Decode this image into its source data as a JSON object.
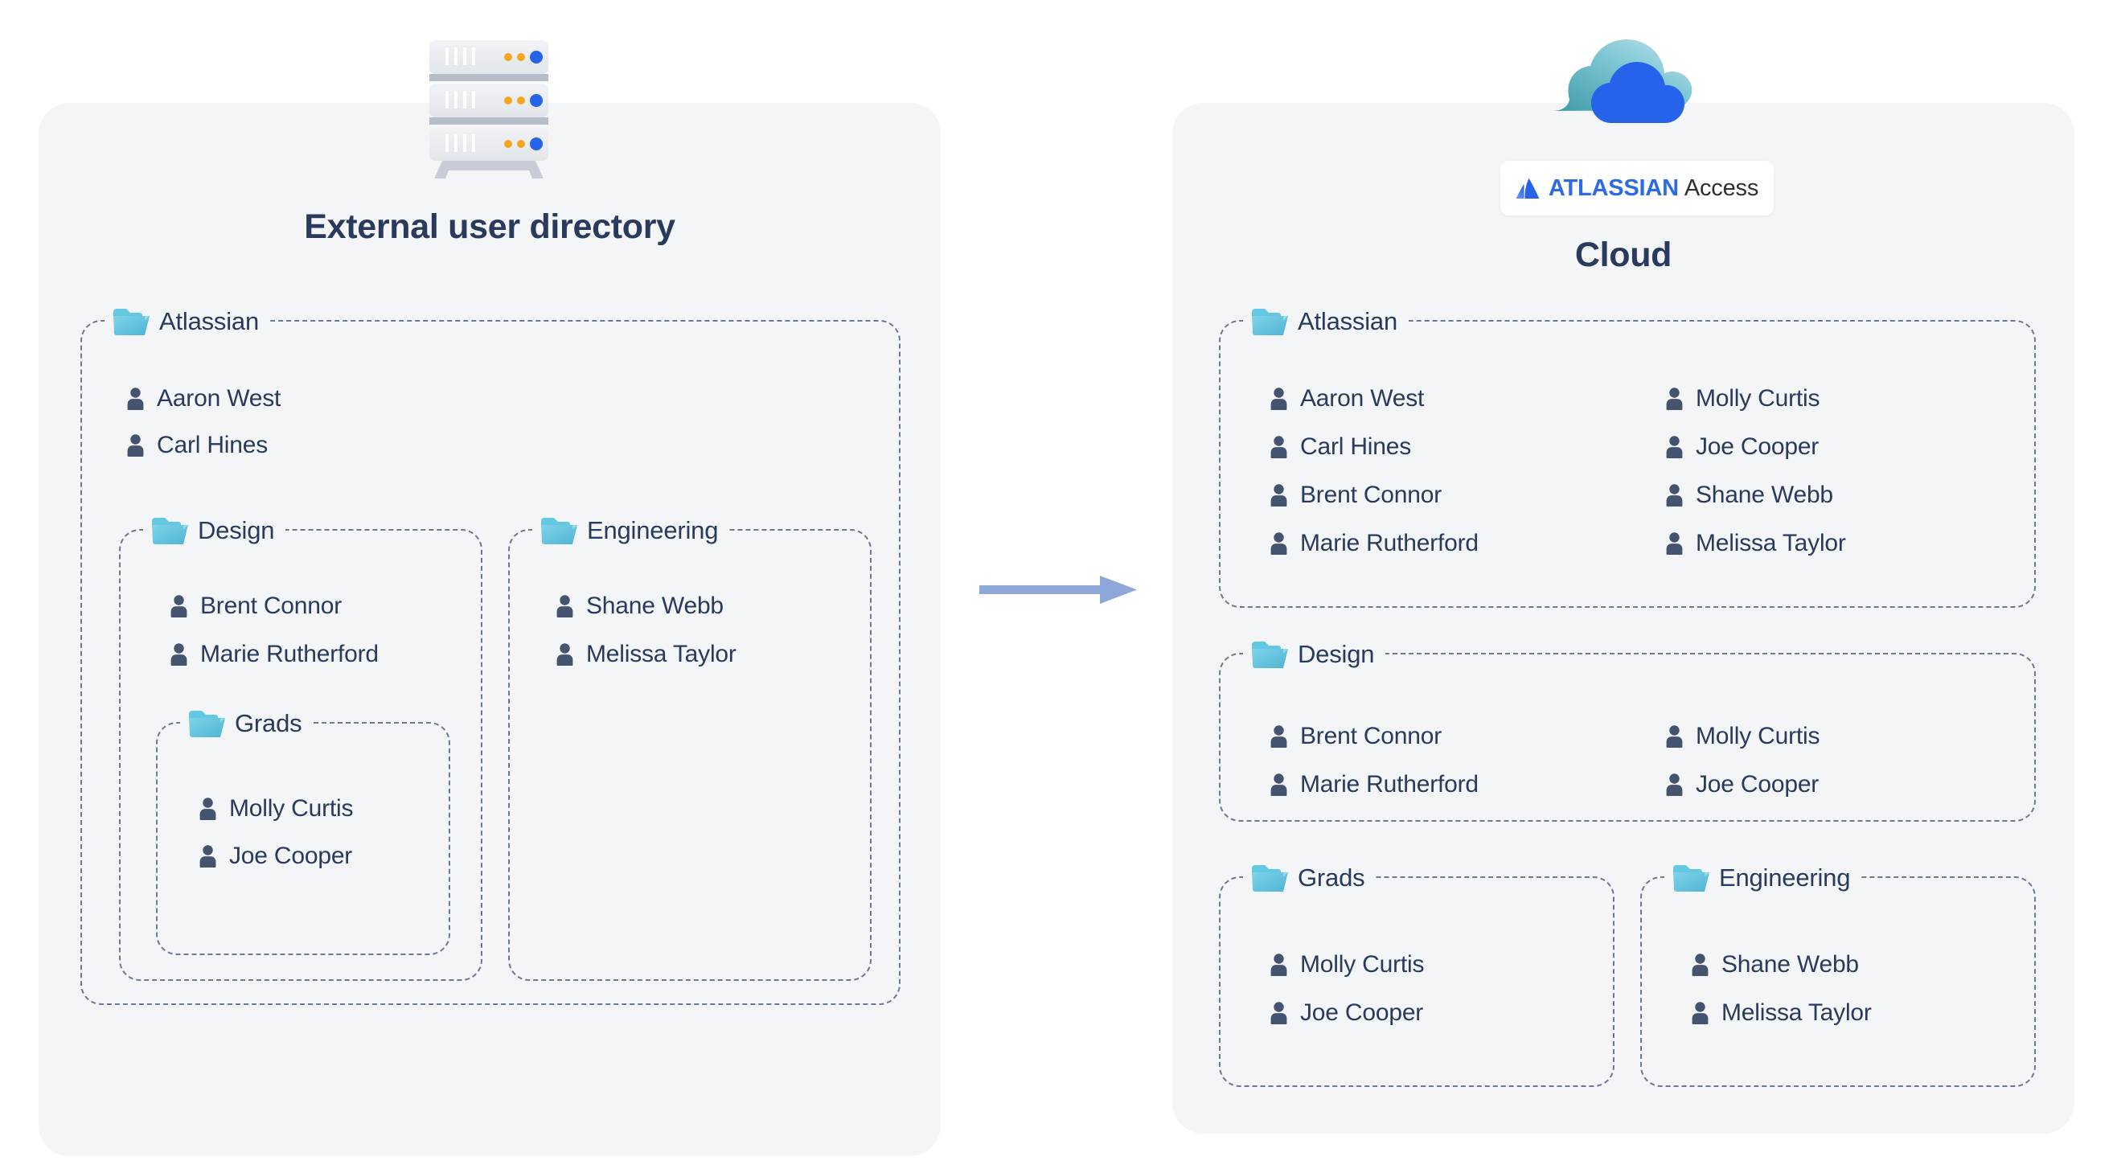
{
  "diagram": {
    "arrow_color": "#8ea7d8",
    "panel_bg": "#f4f5f7",
    "text_color": "#2a3a5c",
    "folder_color": "#6ec6e0",
    "person_color": "#44546f"
  },
  "left_panel": {
    "title": "External user directory",
    "icon": "server-stack-icon",
    "groups": {
      "atlassian": {
        "label": "Atlassian",
        "people": [
          "Aaron West",
          "Carl Hines"
        ]
      },
      "design": {
        "label": "Design",
        "people": [
          "Brent Connor",
          "Marie Rutherford"
        ]
      },
      "engineering": {
        "label": "Engineering",
        "people": [
          "Shane Webb",
          "Melissa Taylor"
        ]
      },
      "grads": {
        "label": "Grads",
        "people": [
          "Molly Curtis",
          "Joe Cooper"
        ]
      }
    }
  },
  "right_panel": {
    "title": "Cloud",
    "icon": "cloud-icon",
    "badge": {
      "mark": "atlassian-logo-icon",
      "brand": "ATLASSIAN",
      "product": "Access"
    },
    "groups": {
      "atlassian": {
        "label": "Atlassian",
        "people": [
          "Aaron West",
          "Carl Hines",
          "Brent Connor",
          "Marie Rutherford",
          "Molly Curtis",
          "Joe Cooper",
          "Shane Webb",
          "Melissa Taylor"
        ]
      },
      "design": {
        "label": "Design",
        "people": [
          "Brent Connor",
          "Marie Rutherford",
          "Molly Curtis",
          "Joe Cooper"
        ]
      },
      "grads": {
        "label": "Grads",
        "people": [
          "Molly Curtis",
          "Joe Cooper"
        ]
      },
      "engineering": {
        "label": "Engineering",
        "people": [
          "Shane Webb",
          "Melissa Taylor"
        ]
      }
    }
  }
}
